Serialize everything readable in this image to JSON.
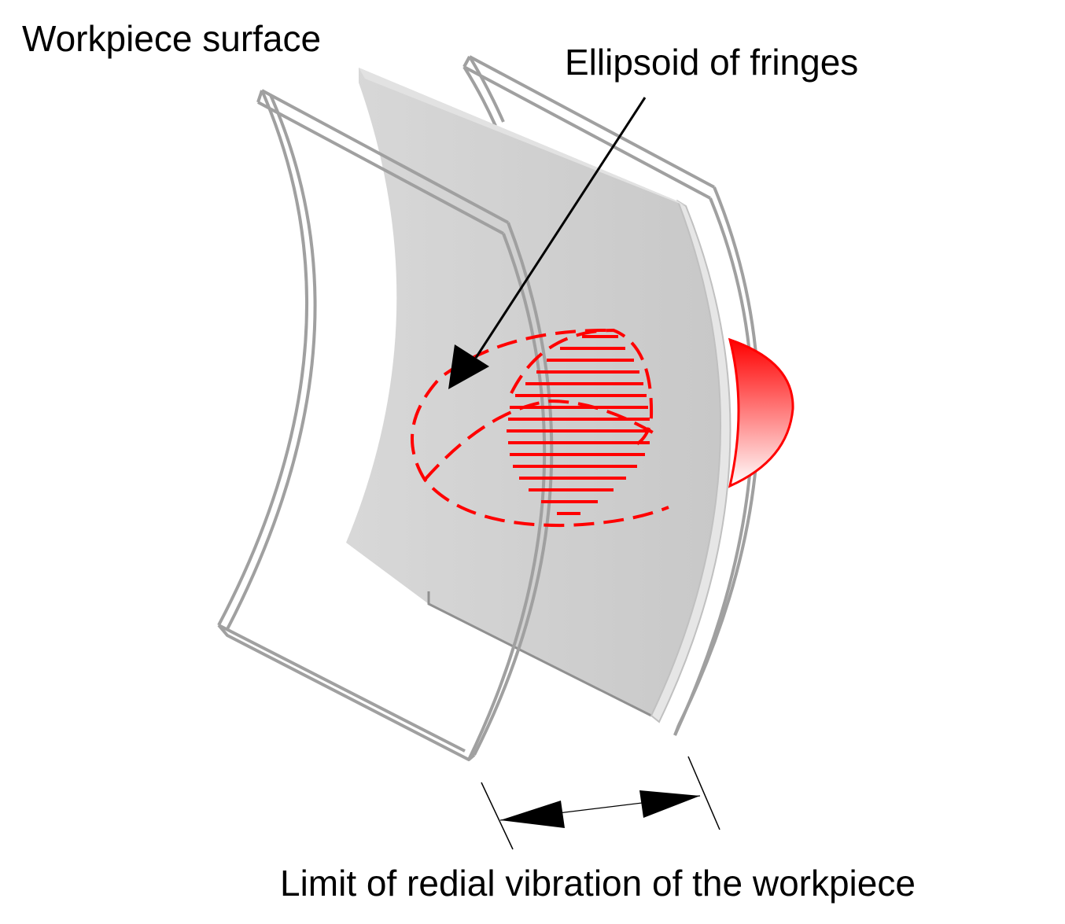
{
  "labels": {
    "workpiece_surface": "Workpiece surface",
    "ellipsoid_of_fringes": "Ellipsoid of fringes",
    "limit_of_vibration": "Limit of redial vibration of the workpiece"
  },
  "colors": {
    "frame_outline": "#a0a0a0",
    "surface_fill": "#d4d4d4",
    "surface_edge": "#e8e8e8",
    "fringe_red": "#ff0000",
    "arrow_black": "#000000"
  },
  "elements": {
    "frames": [
      "rear-limit-frame",
      "front-limit-frame"
    ],
    "surface": "workpiece-surface",
    "fringes": "ellipsoid-of-fringes"
  }
}
